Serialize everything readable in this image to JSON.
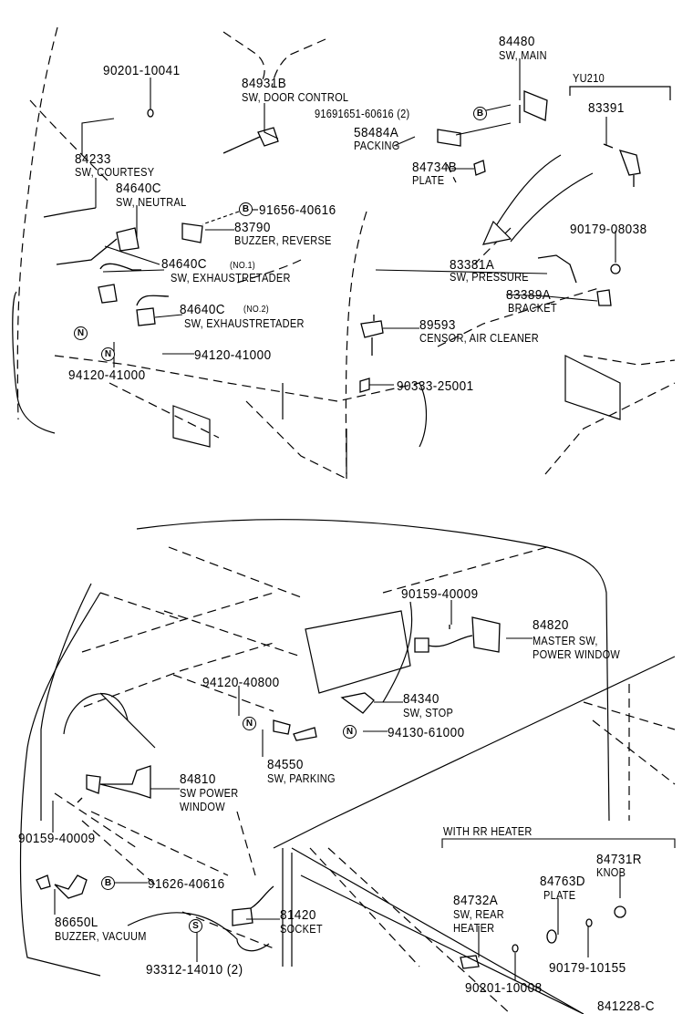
{
  "title": "841228-C",
  "symbols": {
    "b": "B",
    "n": "N",
    "s": "S"
  },
  "top": {
    "p90201_10041": {
      "num": "90201-10041"
    },
    "p84931B": {
      "num": "84931B",
      "desc": "SW, DOOR CONTROL"
    },
    "p84480": {
      "num": "84480",
      "desc": "SW, MAIN"
    },
    "yu210": "YU210",
    "p91691651": {
      "num": "91691651-60616 (2)"
    },
    "p83391": {
      "num": "83391"
    },
    "p58484A": {
      "num": "58484A",
      "desc": "PACKING"
    },
    "p84233": {
      "num": "84233",
      "desc": "SW, COURTESY"
    },
    "p84640C": {
      "num": "84640C",
      "desc": "SW, NEUTRAL"
    },
    "p84734B": {
      "num": "84734B",
      "desc": "PLATE"
    },
    "p91656": {
      "num": "91656-40616"
    },
    "p83790": {
      "num": "83790",
      "desc": "BUZZER, REVERSE"
    },
    "p90179_08038": {
      "num": "90179-08038"
    },
    "p84640C_no1": {
      "num": "84640C",
      "suffix": "(NO.1)",
      "desc": "SW, EXHAUSTRETADER"
    },
    "p83381A": {
      "num": "83381A",
      "desc": "SW, PRESSURE"
    },
    "p83389A": {
      "num": "83389A",
      "desc": "BRACKET"
    },
    "p84640C_no2": {
      "num": "84640C",
      "suffix": "(NO.2)",
      "desc": "SW, EXHAUSTRETADER"
    },
    "p89593": {
      "num": "89593",
      "desc": "CENSOR, AIR CLEANER"
    },
    "p94120_a": {
      "num": "94120-41000"
    },
    "p94120_b": {
      "num": "94120-41000"
    },
    "p90333": {
      "num": "90333-25001"
    }
  },
  "bottom": {
    "p90159_a": {
      "num": "90159-40009"
    },
    "p84820": {
      "num": "84820",
      "desc1": "MASTER SW,",
      "desc2": "POWER WINDOW"
    },
    "p94120_40800": {
      "num": "94120-40800"
    },
    "p84340": {
      "num": "84340",
      "desc": "SW, STOP"
    },
    "p94130": {
      "num": "94130-61000"
    },
    "p84550": {
      "num": "84550",
      "desc": "SW, PARKING"
    },
    "p84810": {
      "num": "84810",
      "desc1": "SW POWER",
      "desc2": "WINDOW"
    },
    "p90159_b": {
      "num": "90159-40009"
    },
    "rr_heater": "WITH RR HEATER",
    "p84731R": {
      "num": "84731R",
      "desc": "KNOB"
    },
    "p91626": {
      "num": "91626-40616"
    },
    "p84763D": {
      "num": "84763D",
      "desc": "PLATE"
    },
    "p84732A": {
      "num": "84732A",
      "desc1": "SW, REAR",
      "desc2": "HEATER"
    },
    "p86650L": {
      "num": "86650L",
      "desc": "BUZZER, VACUUM"
    },
    "p81420": {
      "num": "81420",
      "desc": "SOCKET"
    },
    "p93312": {
      "num": "93312-14010 (2)"
    },
    "p90179_10155": {
      "num": "90179-10155"
    },
    "p90201_10008": {
      "num": "90201-10008"
    }
  }
}
